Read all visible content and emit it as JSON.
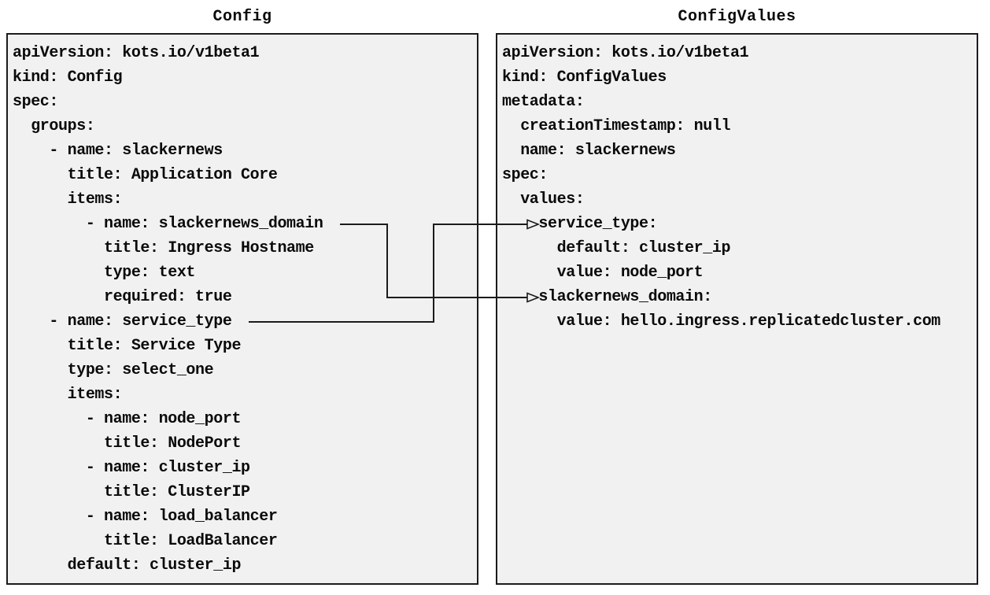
{
  "colors": {
    "page_background": "#ffffff",
    "box_background": "#f1f1f1",
    "border": "#1b1b1b",
    "text": "#0a0a0a",
    "arrow": "#1b1b1b"
  },
  "config_box": {
    "title": "Config",
    "lines": [
      "apiVersion: kots.io/v1beta1",
      "kind: Config",
      "spec:",
      "  groups:",
      "    - name: slackernews",
      "      title: Application Core",
      "      items:",
      "        - name: slackernews_domain",
      "          title: Ingress Hostname",
      "          type: text",
      "          required: true",
      "    - name: service_type",
      "      title: Service Type",
      "      type: select_one",
      "      items:",
      "        - name: node_port",
      "          title: NodePort",
      "        - name: cluster_ip",
      "          title: ClusterIP",
      "        - name: load_balancer",
      "          title: LoadBalancer",
      "      default: cluster_ip"
    ]
  },
  "configvalues_box": {
    "title": "ConfigValues",
    "lines": [
      "apiVersion: kots.io/v1beta1",
      "kind: ConfigValues",
      "metadata:",
      "  creationTimestamp: null",
      "  name: slackernews",
      "spec:",
      "  values:",
      "    service_type:",
      "      default: cluster_ip",
      "      value: node_port",
      "    slackernews_domain:",
      "      value: hello.ingress.replicatedcluster.com"
    ]
  },
  "arrows": [
    {
      "source": "Config item name: slackernews_domain",
      "target": "ConfigValues key: slackernews_domain"
    },
    {
      "source": "Config item name: service_type",
      "target": "ConfigValues key: service_type"
    }
  ]
}
